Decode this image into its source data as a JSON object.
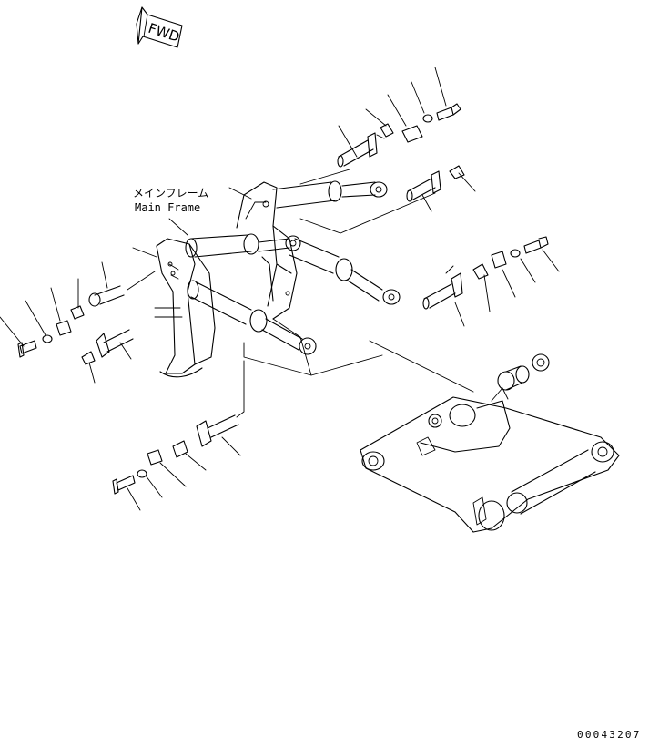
{
  "direction_marker": {
    "text": "FWD"
  },
  "labels": {
    "main_frame_jp": "メインフレーム",
    "main_frame_en": "Main Frame"
  },
  "drawing_code": "00043207"
}
